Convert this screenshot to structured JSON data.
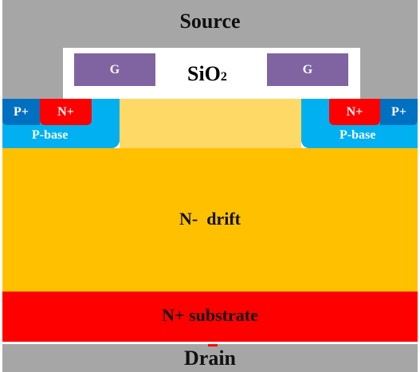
{
  "layers": {
    "source": "Source",
    "oxide": {
      "base": "SiO",
      "sub": "2"
    },
    "gate_left": "G",
    "gate_right": "G",
    "p_plus_left": "P+",
    "n_plus_left": "N+",
    "p_base_left": "P-base",
    "n_plus_right": "N+",
    "p_plus_right": "P+",
    "p_base_right": "P-base",
    "drift": "N-  drift",
    "substrate": "N+ substrate",
    "drain": "Drain"
  },
  "colors": {
    "metal": "#a6a6a6",
    "oxide": "#ffffff",
    "gate": "#8064a2",
    "p_plus": "#0070c0",
    "p_base": "#00b0f0",
    "n_plus": "#ff0000",
    "drift": "#ffc000",
    "jfet_region": "#ffd966",
    "substrate": "#ff0000"
  }
}
